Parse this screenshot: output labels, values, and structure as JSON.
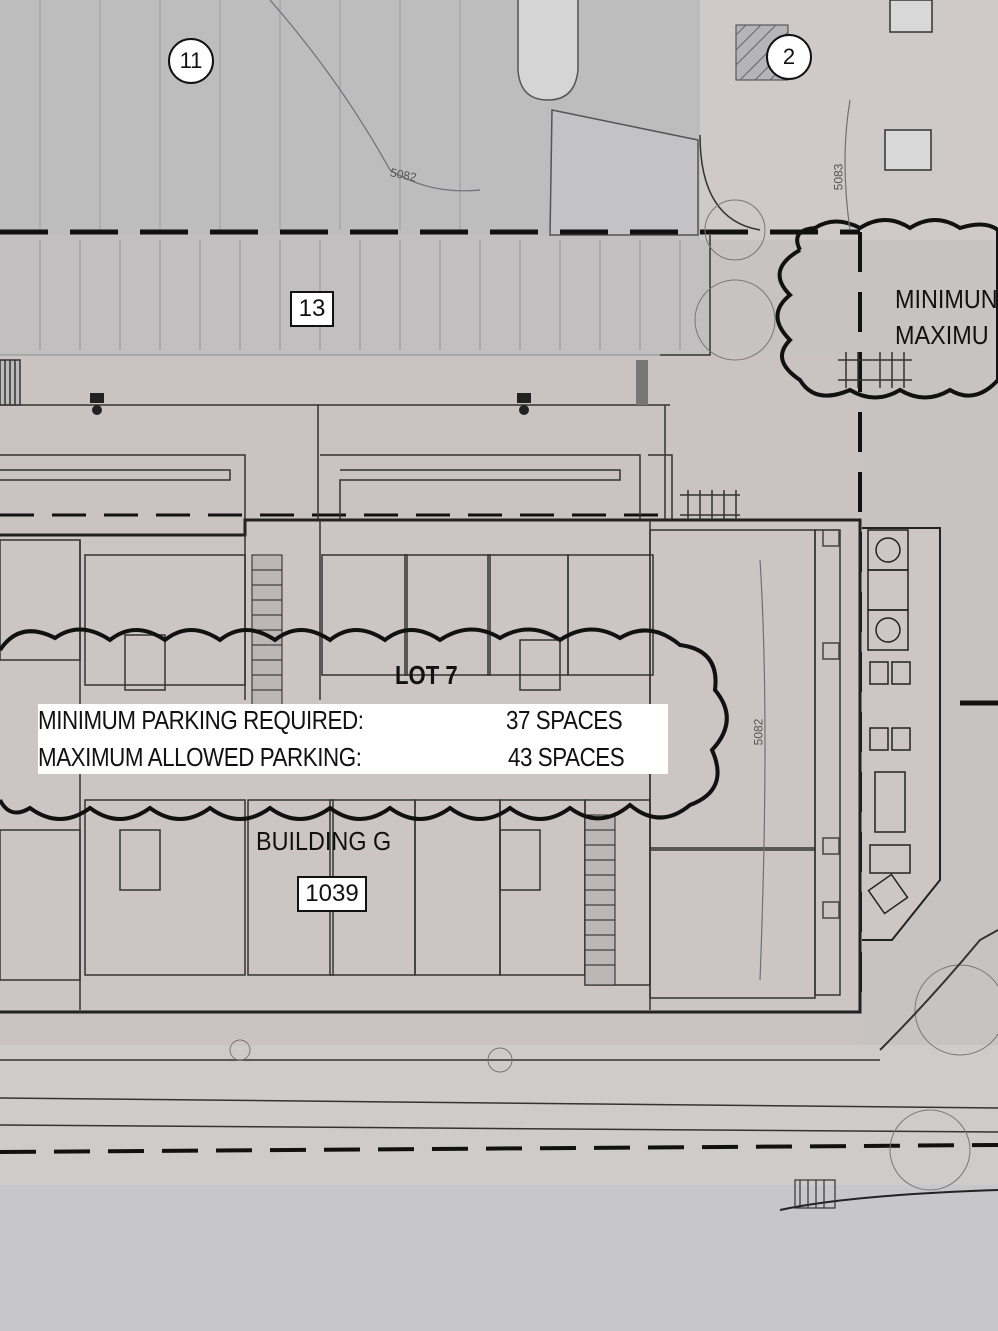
{
  "tags": {
    "circle_top_left": "11",
    "circle_top_right": "2",
    "box_top": "13",
    "box_building": "1039"
  },
  "labels": {
    "lot": "LOT 7",
    "building": "BUILDING G",
    "contour_a": "5082",
    "contour_b": "5083",
    "contour_c": "5082",
    "right_min": "MINIMUN",
    "right_max": "MAXIMU"
  },
  "parking": {
    "min_label": "MINIMUM PARKING REQUIRED:",
    "min_value": "37 SPACES",
    "max_label": "MAXIMUM ALLOWED PARKING:",
    "max_value": "43 SPACES"
  }
}
